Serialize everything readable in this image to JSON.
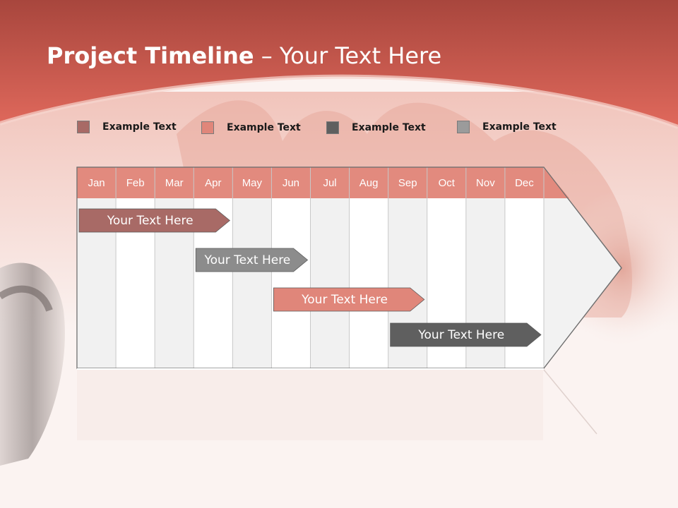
{
  "title": {
    "bold": "Project Timeline",
    "rest": " – Your Text Here"
  },
  "colors": {
    "header_band": "#d9675a",
    "month_header": "#e28a7e",
    "swatch_1": "#a86a66",
    "swatch_2": "#e0867a",
    "swatch_3": "#5f5f5f",
    "swatch_4": "#9b9b9b"
  },
  "legend": [
    {
      "label": "Example Text",
      "color": "#a86a66"
    },
    {
      "label": "Example Text",
      "color": "#e0867a"
    },
    {
      "label": "Example Text",
      "color": "#5f5f5f"
    },
    {
      "label": "Example Text",
      "color": "#9b9b9b"
    }
  ],
  "months": [
    "Jan",
    "Feb",
    "Mar",
    "Apr",
    "May",
    "Jun",
    "Jul",
    "Aug",
    "Sep",
    "Oct",
    "Nov",
    "Dec"
  ],
  "tasks": [
    {
      "label": "Your  Text Here",
      "start_month": "Jan",
      "end_month": "Apr",
      "color": "#a86a66"
    },
    {
      "label": "Your  Text Here",
      "start_month": "Apr",
      "end_month": "Jun",
      "color": "#8c8c8c"
    },
    {
      "label": "Your  Text Here",
      "start_month": "Jun",
      "end_month": "Sep",
      "color": "#e0867a"
    },
    {
      "label": "Your  Text Here",
      "start_month": "Sep",
      "end_month": "Dec",
      "color": "#5f5f5f"
    }
  ]
}
